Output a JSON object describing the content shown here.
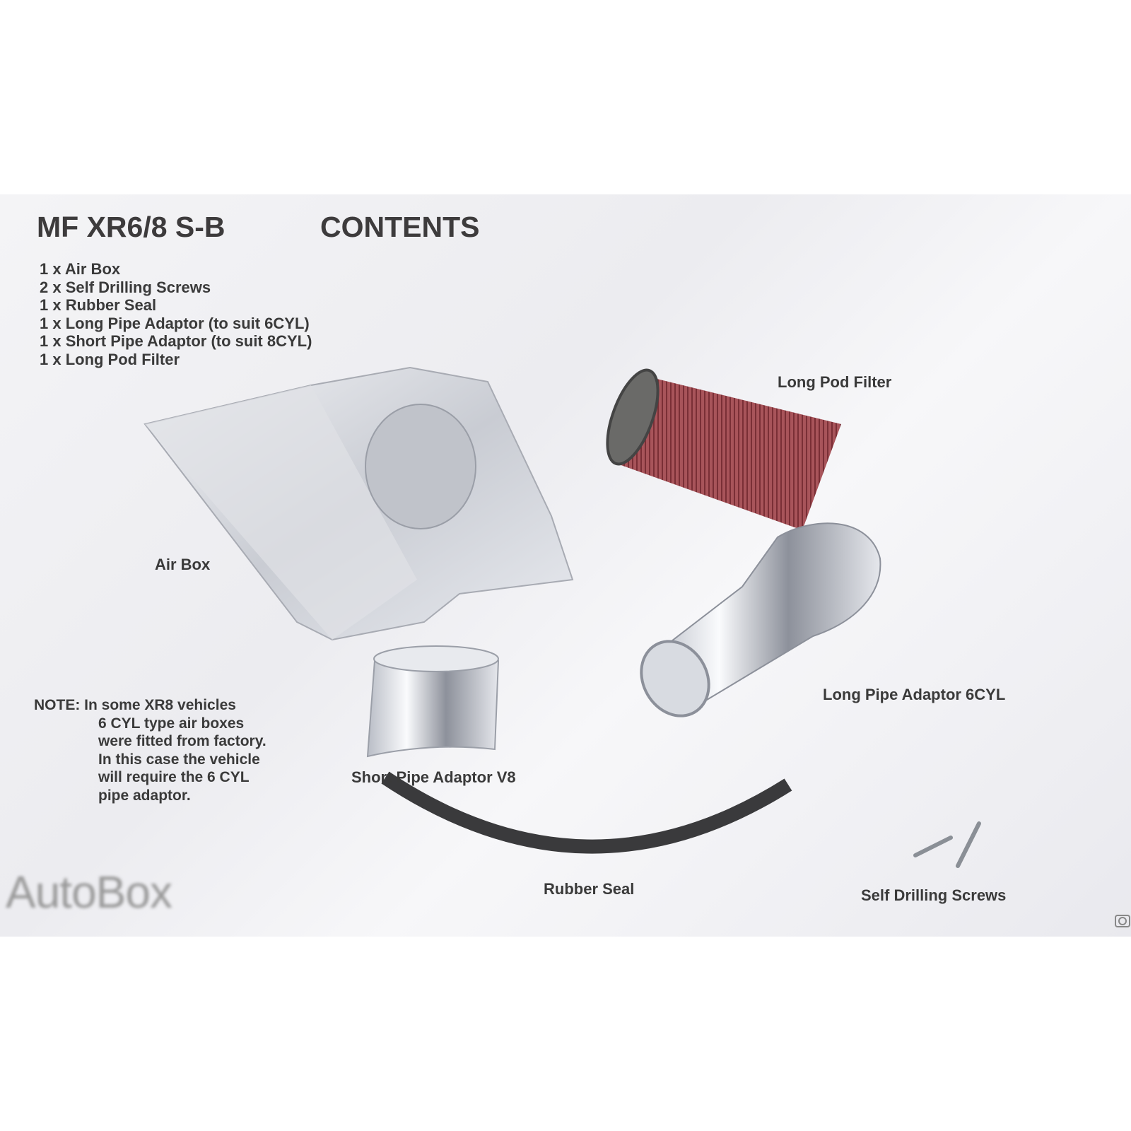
{
  "header": {
    "model": "MF XR6/8 S-B",
    "contents": "CONTENTS"
  },
  "contents_list": [
    "1 x Air Box",
    "2 x Self Drilling Screws",
    "1 x Rubber Seal",
    "1 x Long Pipe Adaptor (to suit 6CYL)",
    "1 x Short Pipe Adaptor (to suit 8CYL)",
    "1 x Long Pod Filter"
  ],
  "labels": {
    "long_pod_filter": "Long Pod Filter",
    "air_box": "Air Box",
    "long_pipe_adaptor": "Long Pipe Adaptor 6CYL",
    "short_pipe_adaptor": "Short Pipe Adaptor V8",
    "rubber_seal": "Rubber Seal",
    "self_drilling_screws": "Self Drilling Screws"
  },
  "note": [
    "NOTE: In some XR8 vehicles",
    "6 CYL type air boxes",
    "were fitted from factory.",
    "In this case the vehicle",
    "will require the 6 CYL",
    "pipe adaptor."
  ],
  "watermark": "AutoBox"
}
